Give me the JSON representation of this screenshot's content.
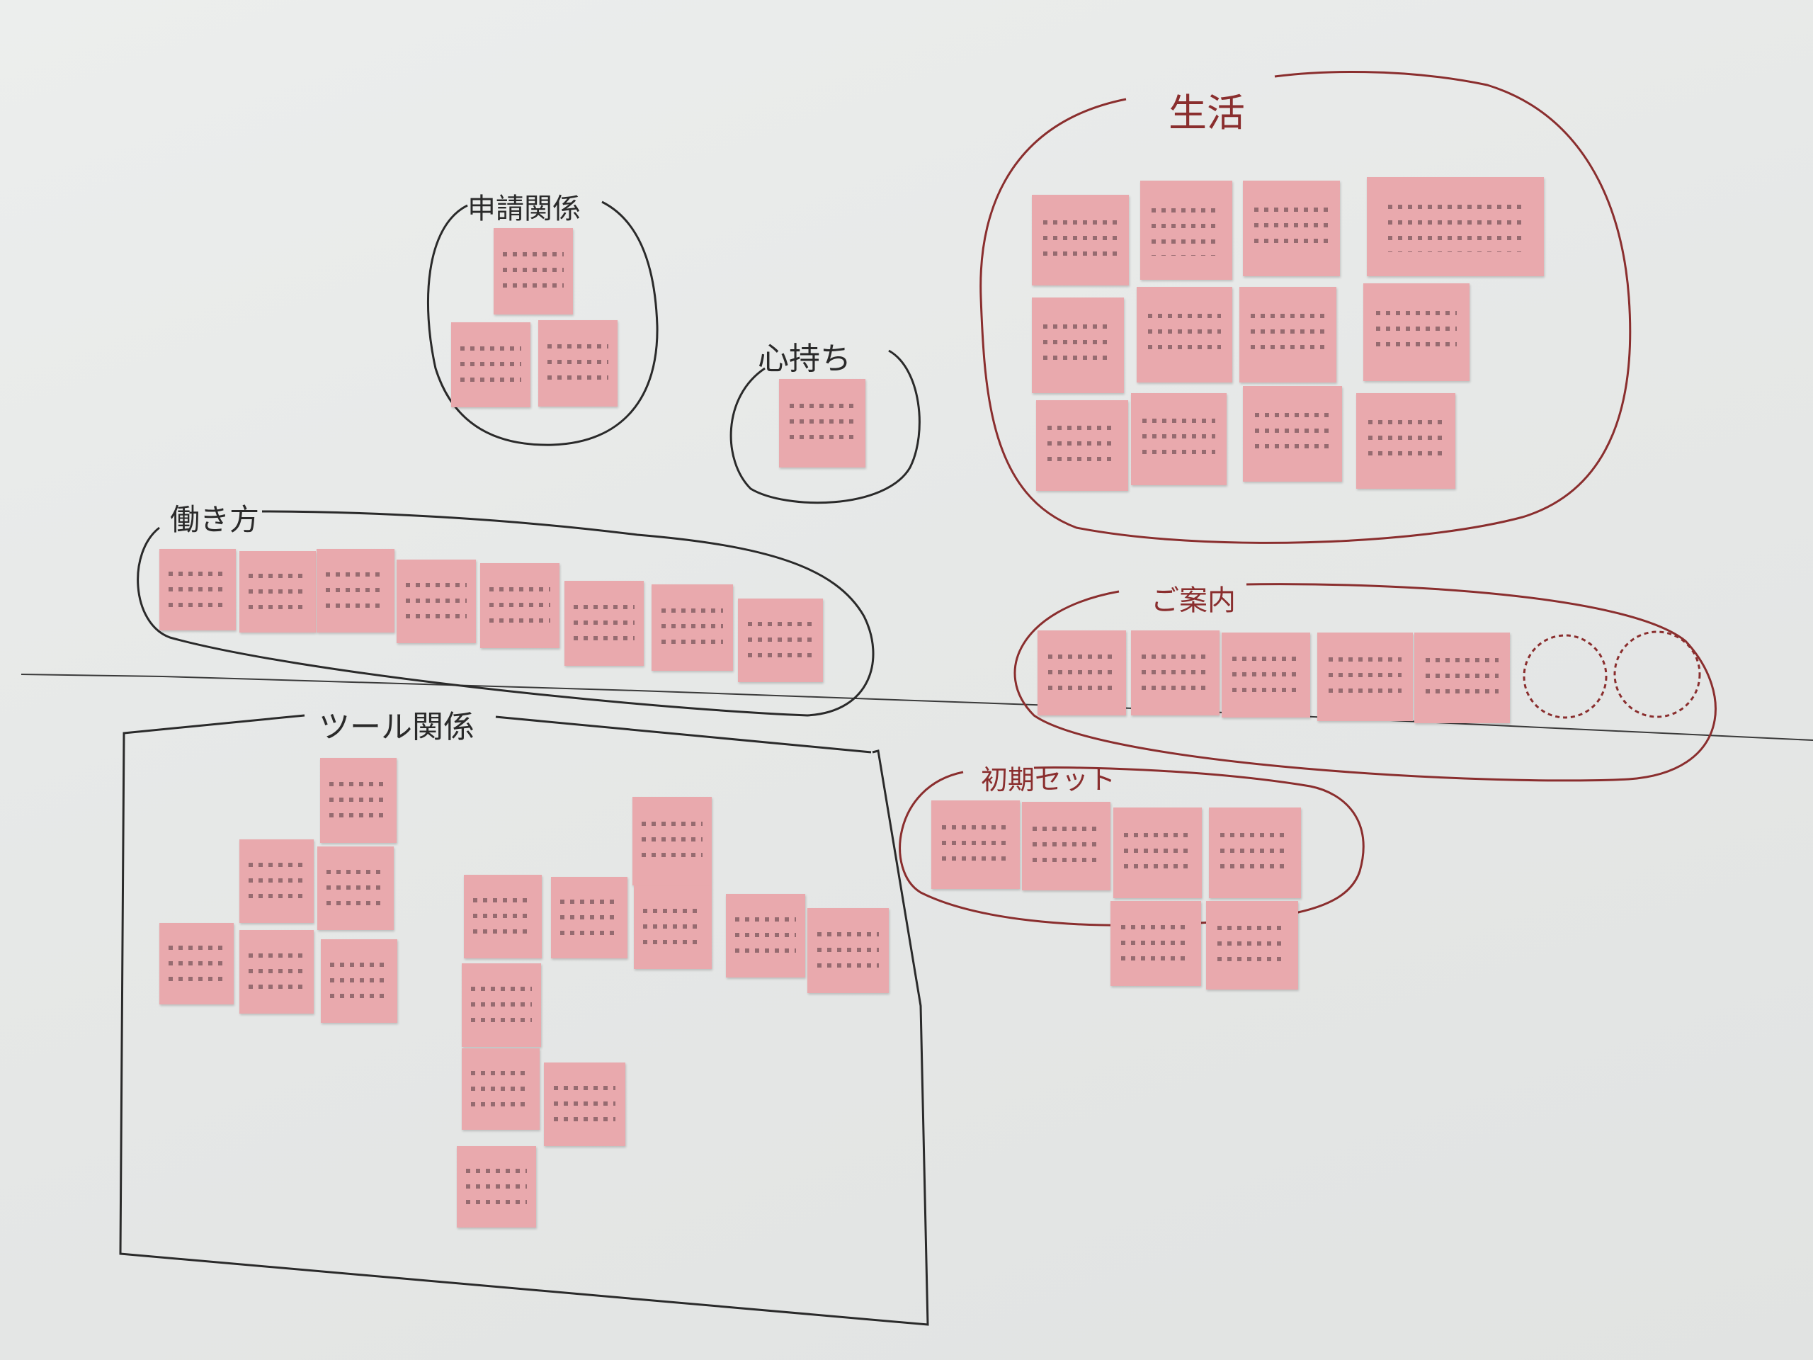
{
  "colors": {
    "sticky": "#e9a9ad",
    "marker_black": "#2a2a2a",
    "marker_red": "#8a2e2e"
  },
  "groups": {
    "shinsei": {
      "label": "申請関係"
    },
    "kokoro": {
      "label": "心持ち"
    },
    "seikatsu": {
      "label": "生活"
    },
    "hatarakikata": {
      "label": "働き方"
    },
    "goannai": {
      "label": "ご案内"
    },
    "tool": {
      "label": "ツール関係"
    },
    "shoki": {
      "label": "初期セット"
    }
  }
}
